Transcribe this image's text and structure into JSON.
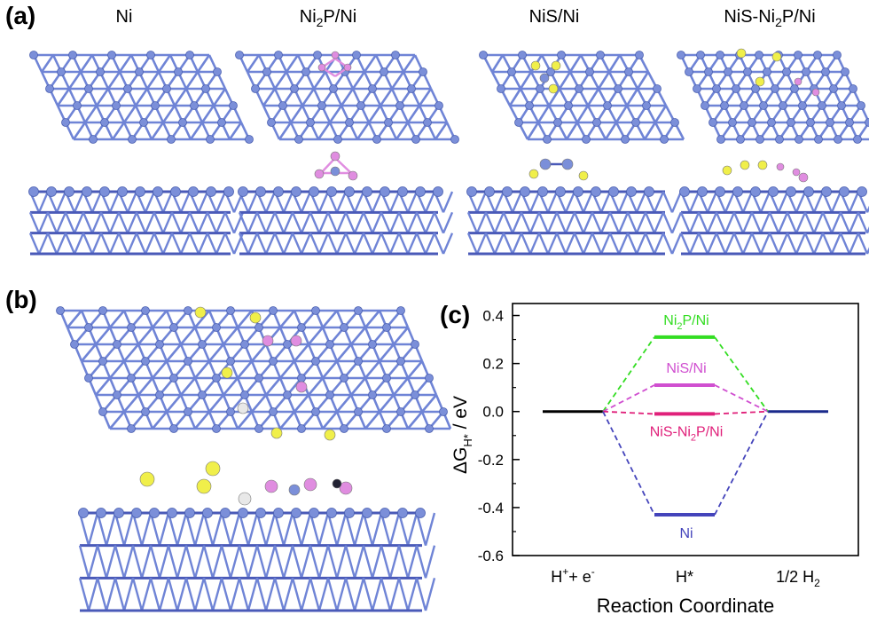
{
  "panel_a": {
    "label": "(a)",
    "titles": [
      {
        "text": "Ni",
        "sub": "",
        "rest": ""
      },
      {
        "text": "Ni",
        "sub": "2",
        "rest": "P/Ni"
      },
      {
        "text": "NiS/Ni",
        "sub": "",
        "rest": ""
      },
      {
        "text": "NiS-Ni",
        "sub": "2",
        "rest": "P/Ni"
      }
    ]
  },
  "panel_b": {
    "label": "(b)"
  },
  "colors": {
    "ni_atom": "#7b8fd9",
    "ni_bond": "#6f84d6",
    "s_atom": "#f0ef4a",
    "p_atom": "#e08de0",
    "h_atom": "#e8e8e8"
  },
  "chart_data": {
    "type": "line",
    "panel_label": "(c)",
    "title": "",
    "xlabel": "Reaction Coordinate",
    "ylabel": "ΔG",
    "ylabel_sub": "H*",
    "ylabel_unit": " / eV",
    "ylim": [
      -0.6,
      0.45
    ],
    "yticks": [
      -0.6,
      -0.4,
      -0.2,
      0.0,
      0.2,
      0.4
    ],
    "ytick_labels": [
      "-0.6",
      "-0.4",
      "-0.2",
      "0.0",
      "0.2",
      "0.4"
    ],
    "categories": [
      {
        "main": "H",
        "sup": "+",
        "rest": "+ e",
        "sup2": "-",
        "sub": ""
      },
      {
        "main": "H*",
        "sup": "",
        "rest": "",
        "sup2": "",
        "sub": ""
      },
      {
        "main": "1/2 H",
        "sup": "",
        "rest": "",
        "sup2": "",
        "sub": "2"
      }
    ],
    "reference": {
      "initial": 0.0,
      "final": 0.0,
      "initial_color": "#000000",
      "final_color": "#1a2a8c"
    },
    "series": [
      {
        "name": "Ni",
        "name_sub": "2",
        "name_rest": "P/Ni",
        "value": 0.31,
        "color": "#33dd22"
      },
      {
        "name": "NiS/Ni",
        "name_sub": "",
        "name_rest": "",
        "value": 0.11,
        "color": "#d04fd0"
      },
      {
        "name": "NiS-Ni",
        "name_sub": "2",
        "name_rest": "P/Ni",
        "value": -0.01,
        "color": "#e0207a"
      },
      {
        "name": "Ni",
        "name_sub": "",
        "name_rest": "",
        "value": -0.43,
        "color": "#4444bb"
      }
    ]
  }
}
